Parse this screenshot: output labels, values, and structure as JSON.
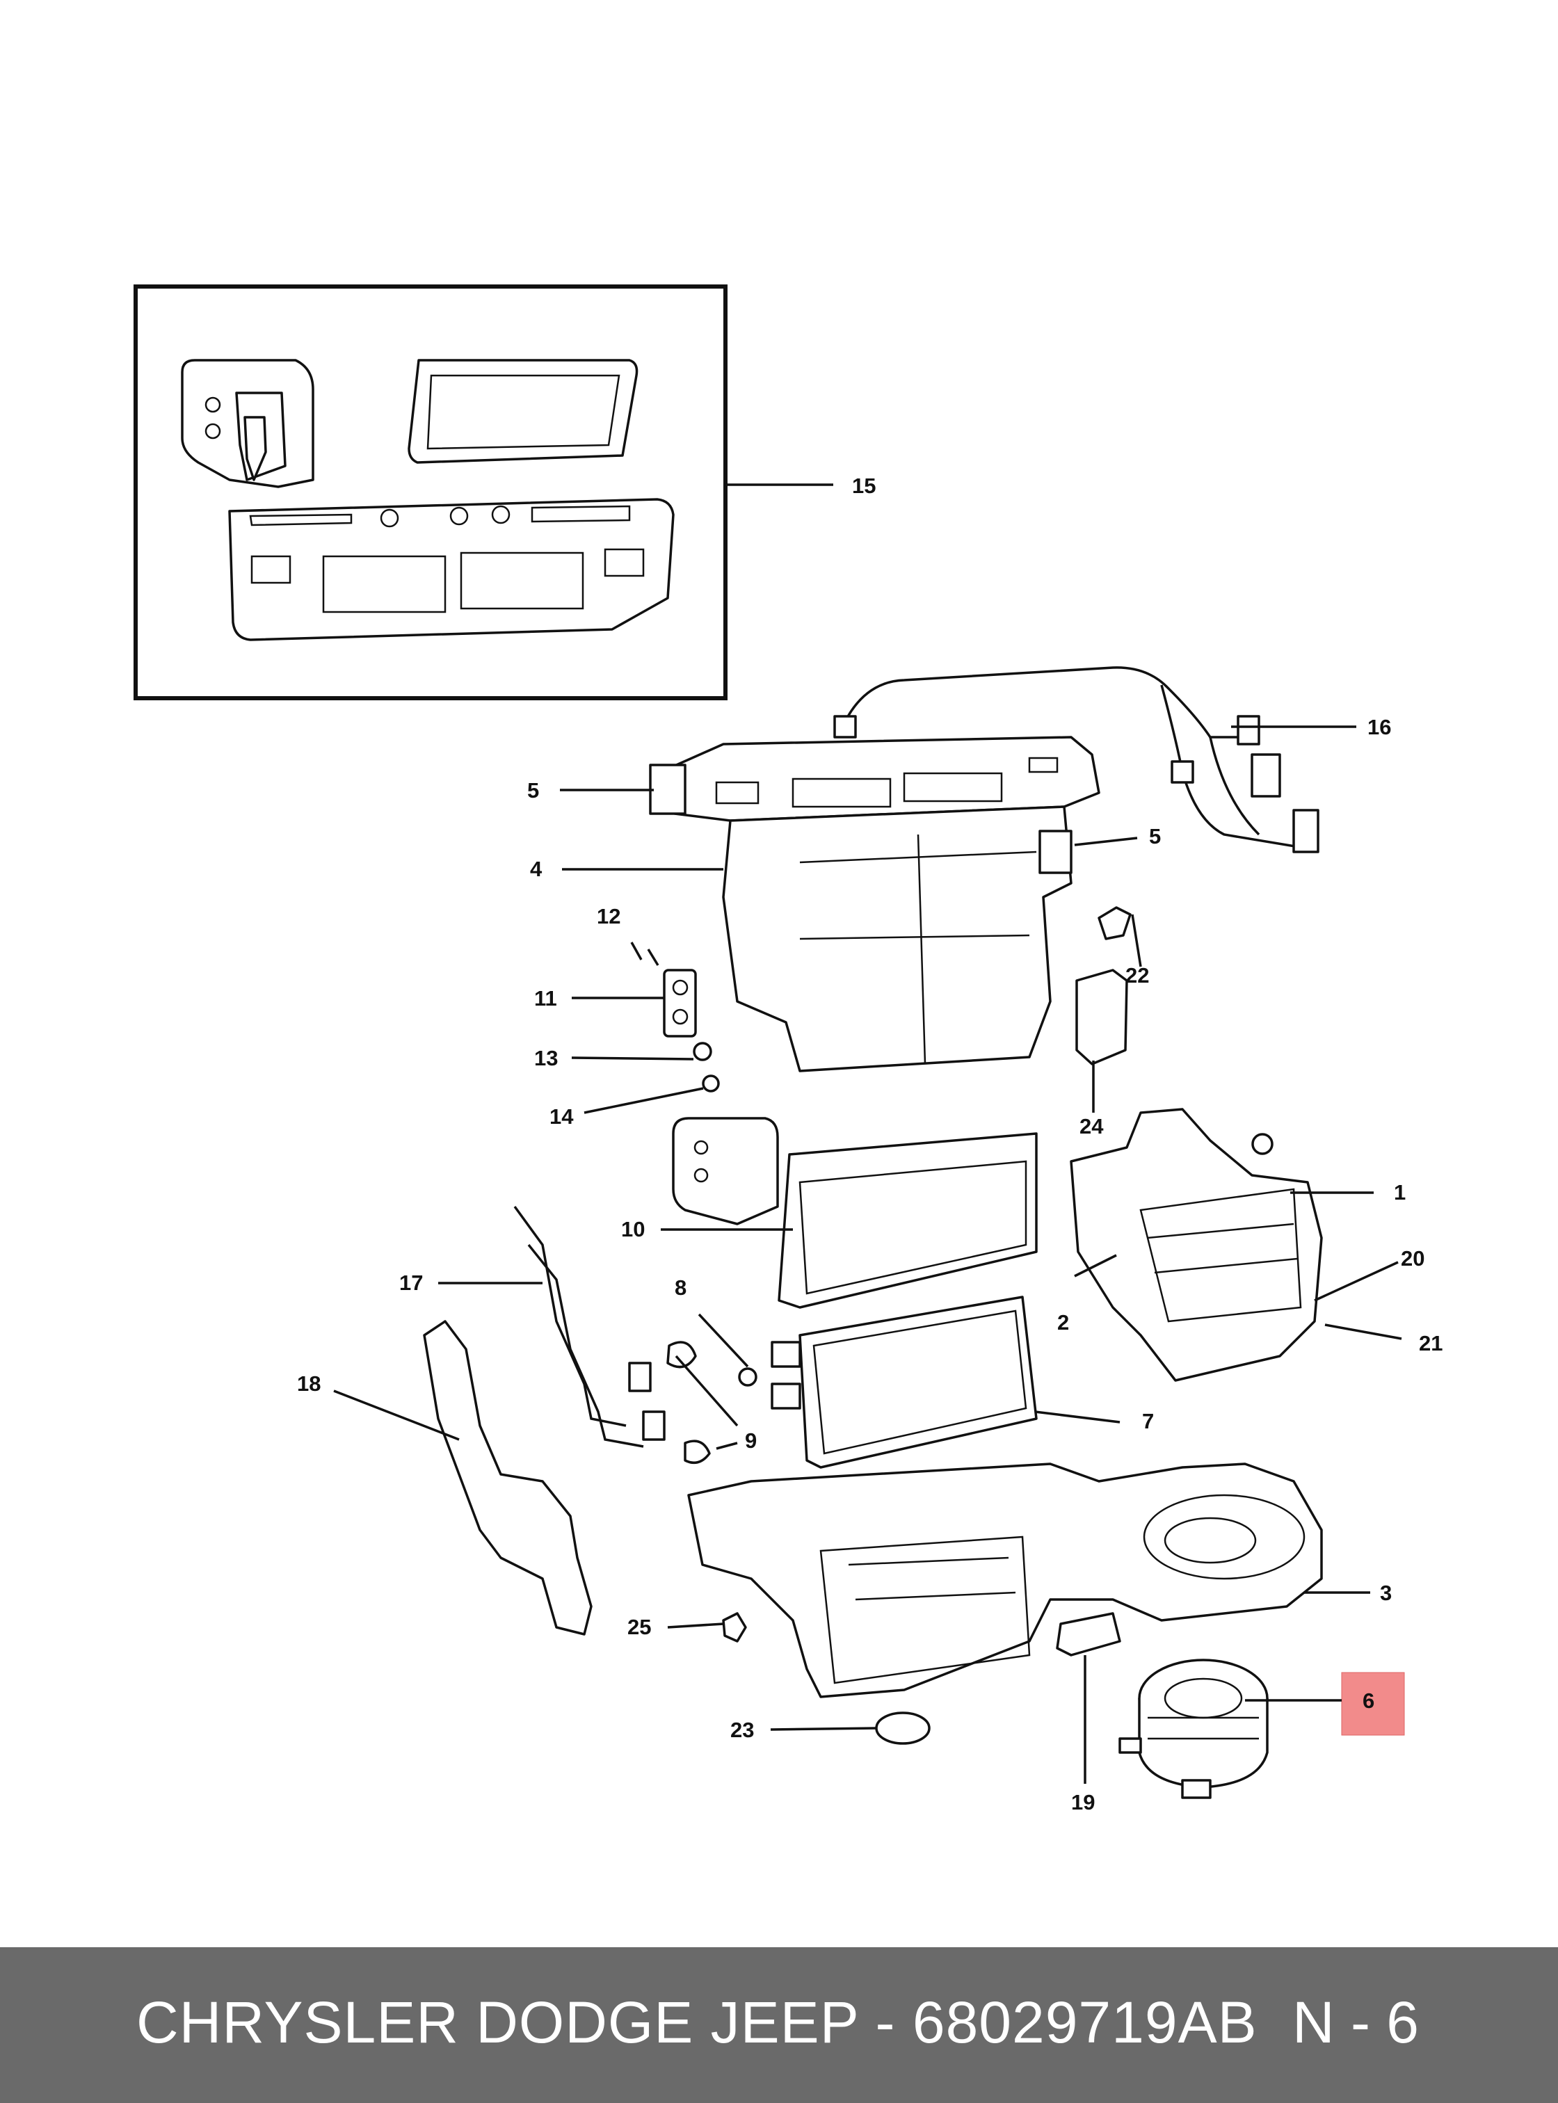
{
  "callouts": {
    "c1": "1",
    "c2": "2",
    "c3": "3",
    "c4": "4",
    "c5a": "5",
    "c5b": "5",
    "c6": "6",
    "c7": "7",
    "c8": "8",
    "c9": "9",
    "c10": "10",
    "c11": "11",
    "c12": "12",
    "c13": "13",
    "c14": "14",
    "c15": "15",
    "c16": "16",
    "c17": "17",
    "c18": "18",
    "c19": "19",
    "c20": "20",
    "c21": "21",
    "c22": "22",
    "c23": "23",
    "c24": "24",
    "c25": "25"
  },
  "highlight": {
    "callout": "6",
    "color": "#f28b8b"
  },
  "footer": {
    "caption": "CHRYSLER DODGE JEEP - 68029719AB",
    "ref": "N - 6",
    "background": "#6a6a6a",
    "text_color": "#ffffff"
  }
}
